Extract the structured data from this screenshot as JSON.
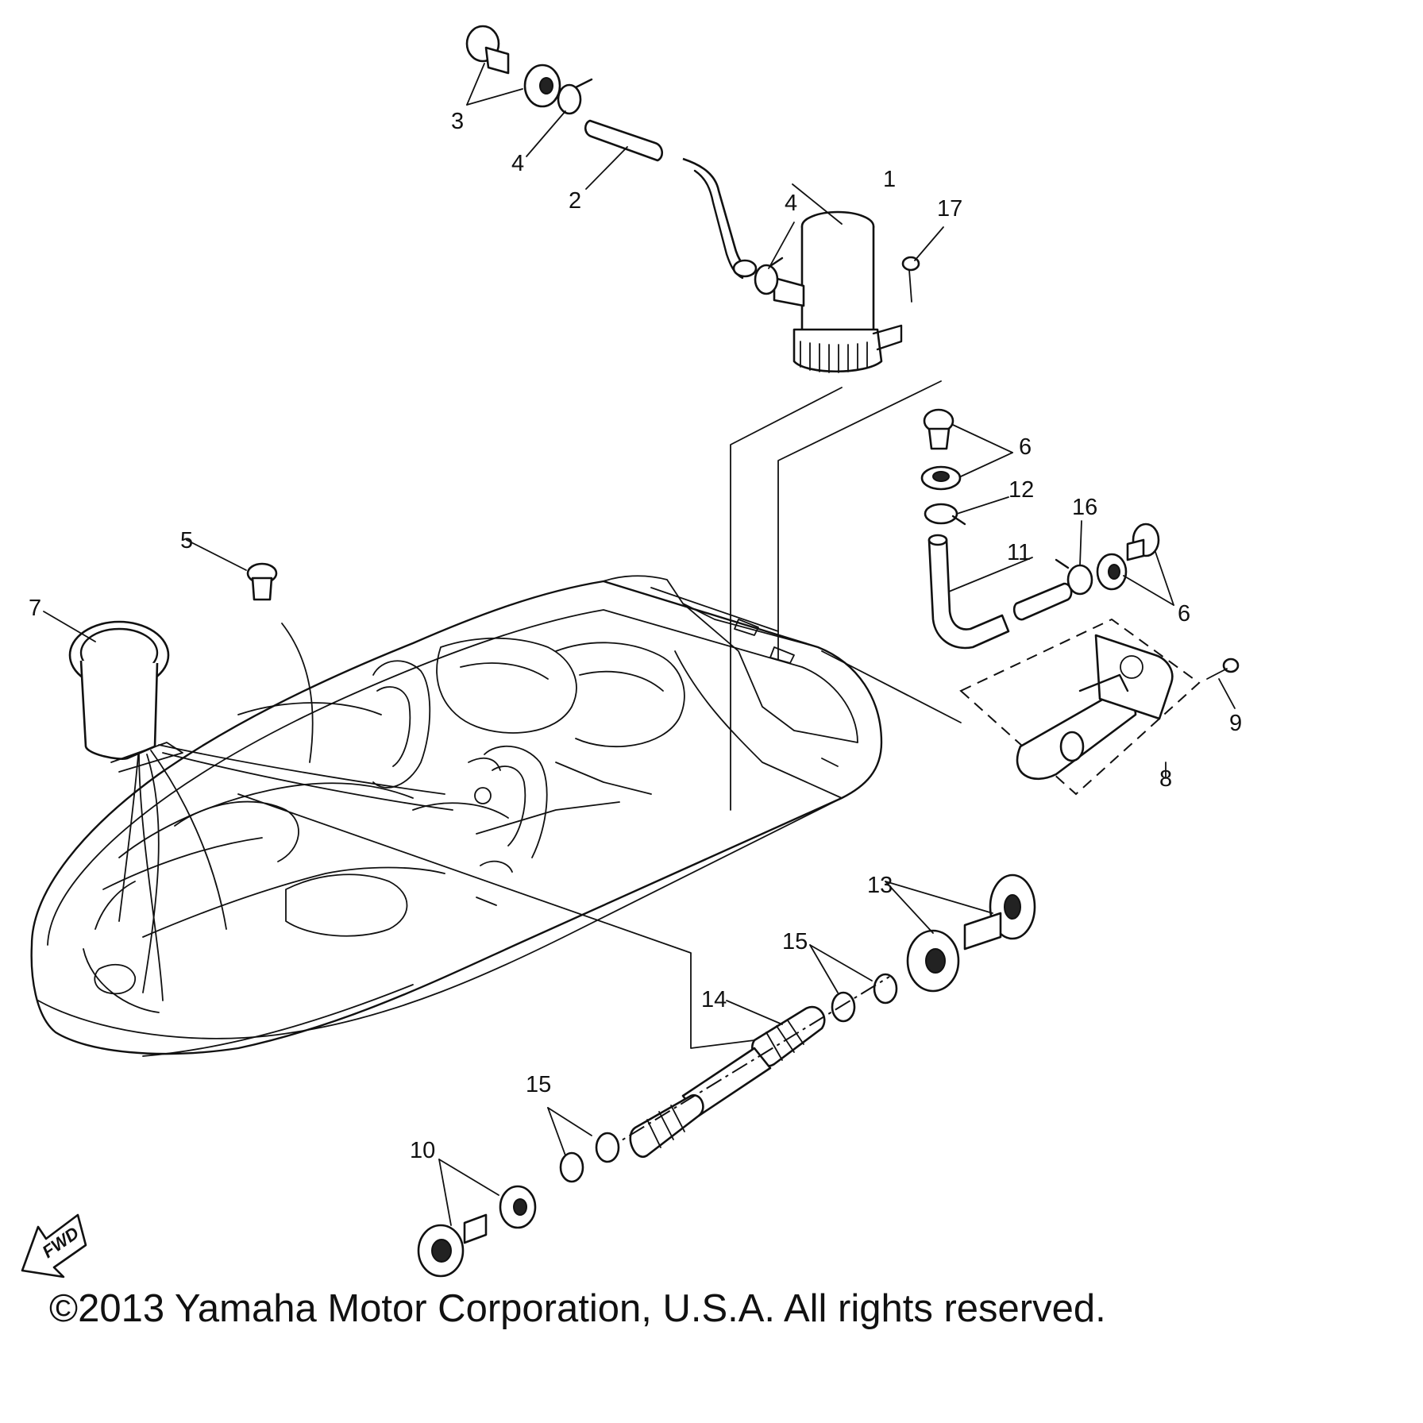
{
  "diagram": {
    "part_labels": {
      "p1": "1",
      "p2": "2",
      "p3": "3",
      "p4a": "4",
      "p4b": "4",
      "p5": "5",
      "p6a": "6",
      "p6b": "6",
      "p7": "7",
      "p8": "8",
      "p9": "9",
      "p10": "10",
      "p11": "11",
      "p12": "12",
      "p13": "13",
      "p14": "14",
      "p15a": "15",
      "p15b": "15",
      "p16": "16",
      "p17": "17"
    },
    "fwd_label": "FWD",
    "copyright": "©2013 Yamaha Motor Corporation, U.S.A. All rights reserved."
  }
}
